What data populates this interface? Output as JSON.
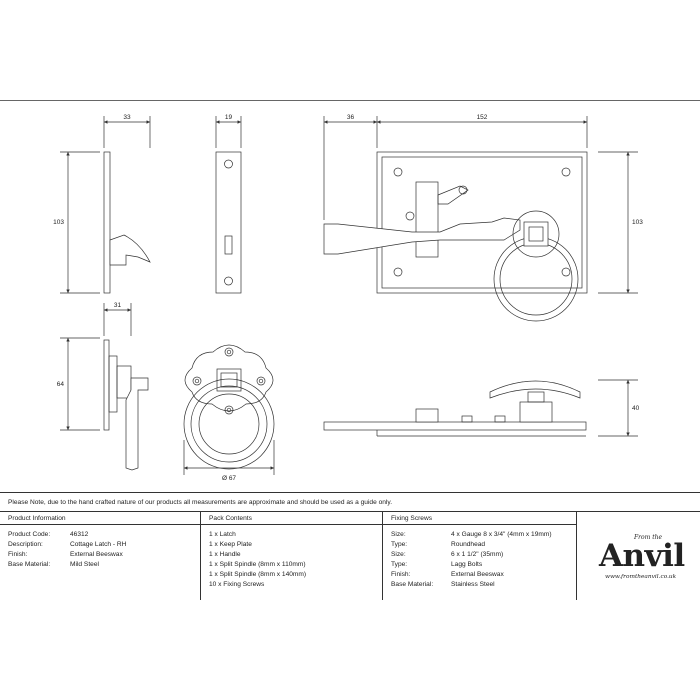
{
  "dimensions": {
    "side_width": "33",
    "plate_width": "19",
    "overall_width": "152",
    "handle_offset": "36",
    "height_left": "103",
    "height_right": "103",
    "rose_depth": "31",
    "ring_height": "64",
    "ring_diameter": "Ø 67",
    "projection": "40"
  },
  "note": "Please Note, due to the hand crafted nature of our products all measurements are approximate and should be used as a guide only.",
  "product_info": {
    "header": "Product Information",
    "rows": [
      {
        "key": "Product Code:",
        "value": "46312"
      },
      {
        "key": "Description:",
        "value": "Cottage Latch - RH"
      },
      {
        "key": "Finish:",
        "value": "External Beeswax"
      },
      {
        "key": "Base Material:",
        "value": "Mild Steel"
      }
    ]
  },
  "pack_contents": {
    "header": "Pack Contents",
    "items": [
      "1 x Latch",
      "1 x Keep Plate",
      "1 x Handle",
      "1 x Split Spindle (8mm x 110mm)",
      "1 x Split Spindle (8mm x 140mm)",
      "10 x Fixing Screws"
    ]
  },
  "fixing_screws": {
    "header": "Fixing Screws",
    "rows": [
      {
        "key": "Size:",
        "value": "4 x Gauge 8 x 3/4\" (4mm x 19mm)"
      },
      {
        "key": "Type:",
        "value": "Roundhead"
      },
      {
        "key": "Size:",
        "value": "6 x 1 1/2\" (35mm)"
      },
      {
        "key": "Type:",
        "value": "Lagg Bolts"
      },
      {
        "key": "Finish:",
        "value": "External Beeswax"
      },
      {
        "key": "Base Material:",
        "value": "Stainless Steel"
      }
    ]
  },
  "logo": {
    "from": "From the",
    "name": "Anvil",
    "url": "www.fromtheanvil.co.uk"
  },
  "colors": {
    "line": "#333333",
    "background": "#ffffff"
  }
}
